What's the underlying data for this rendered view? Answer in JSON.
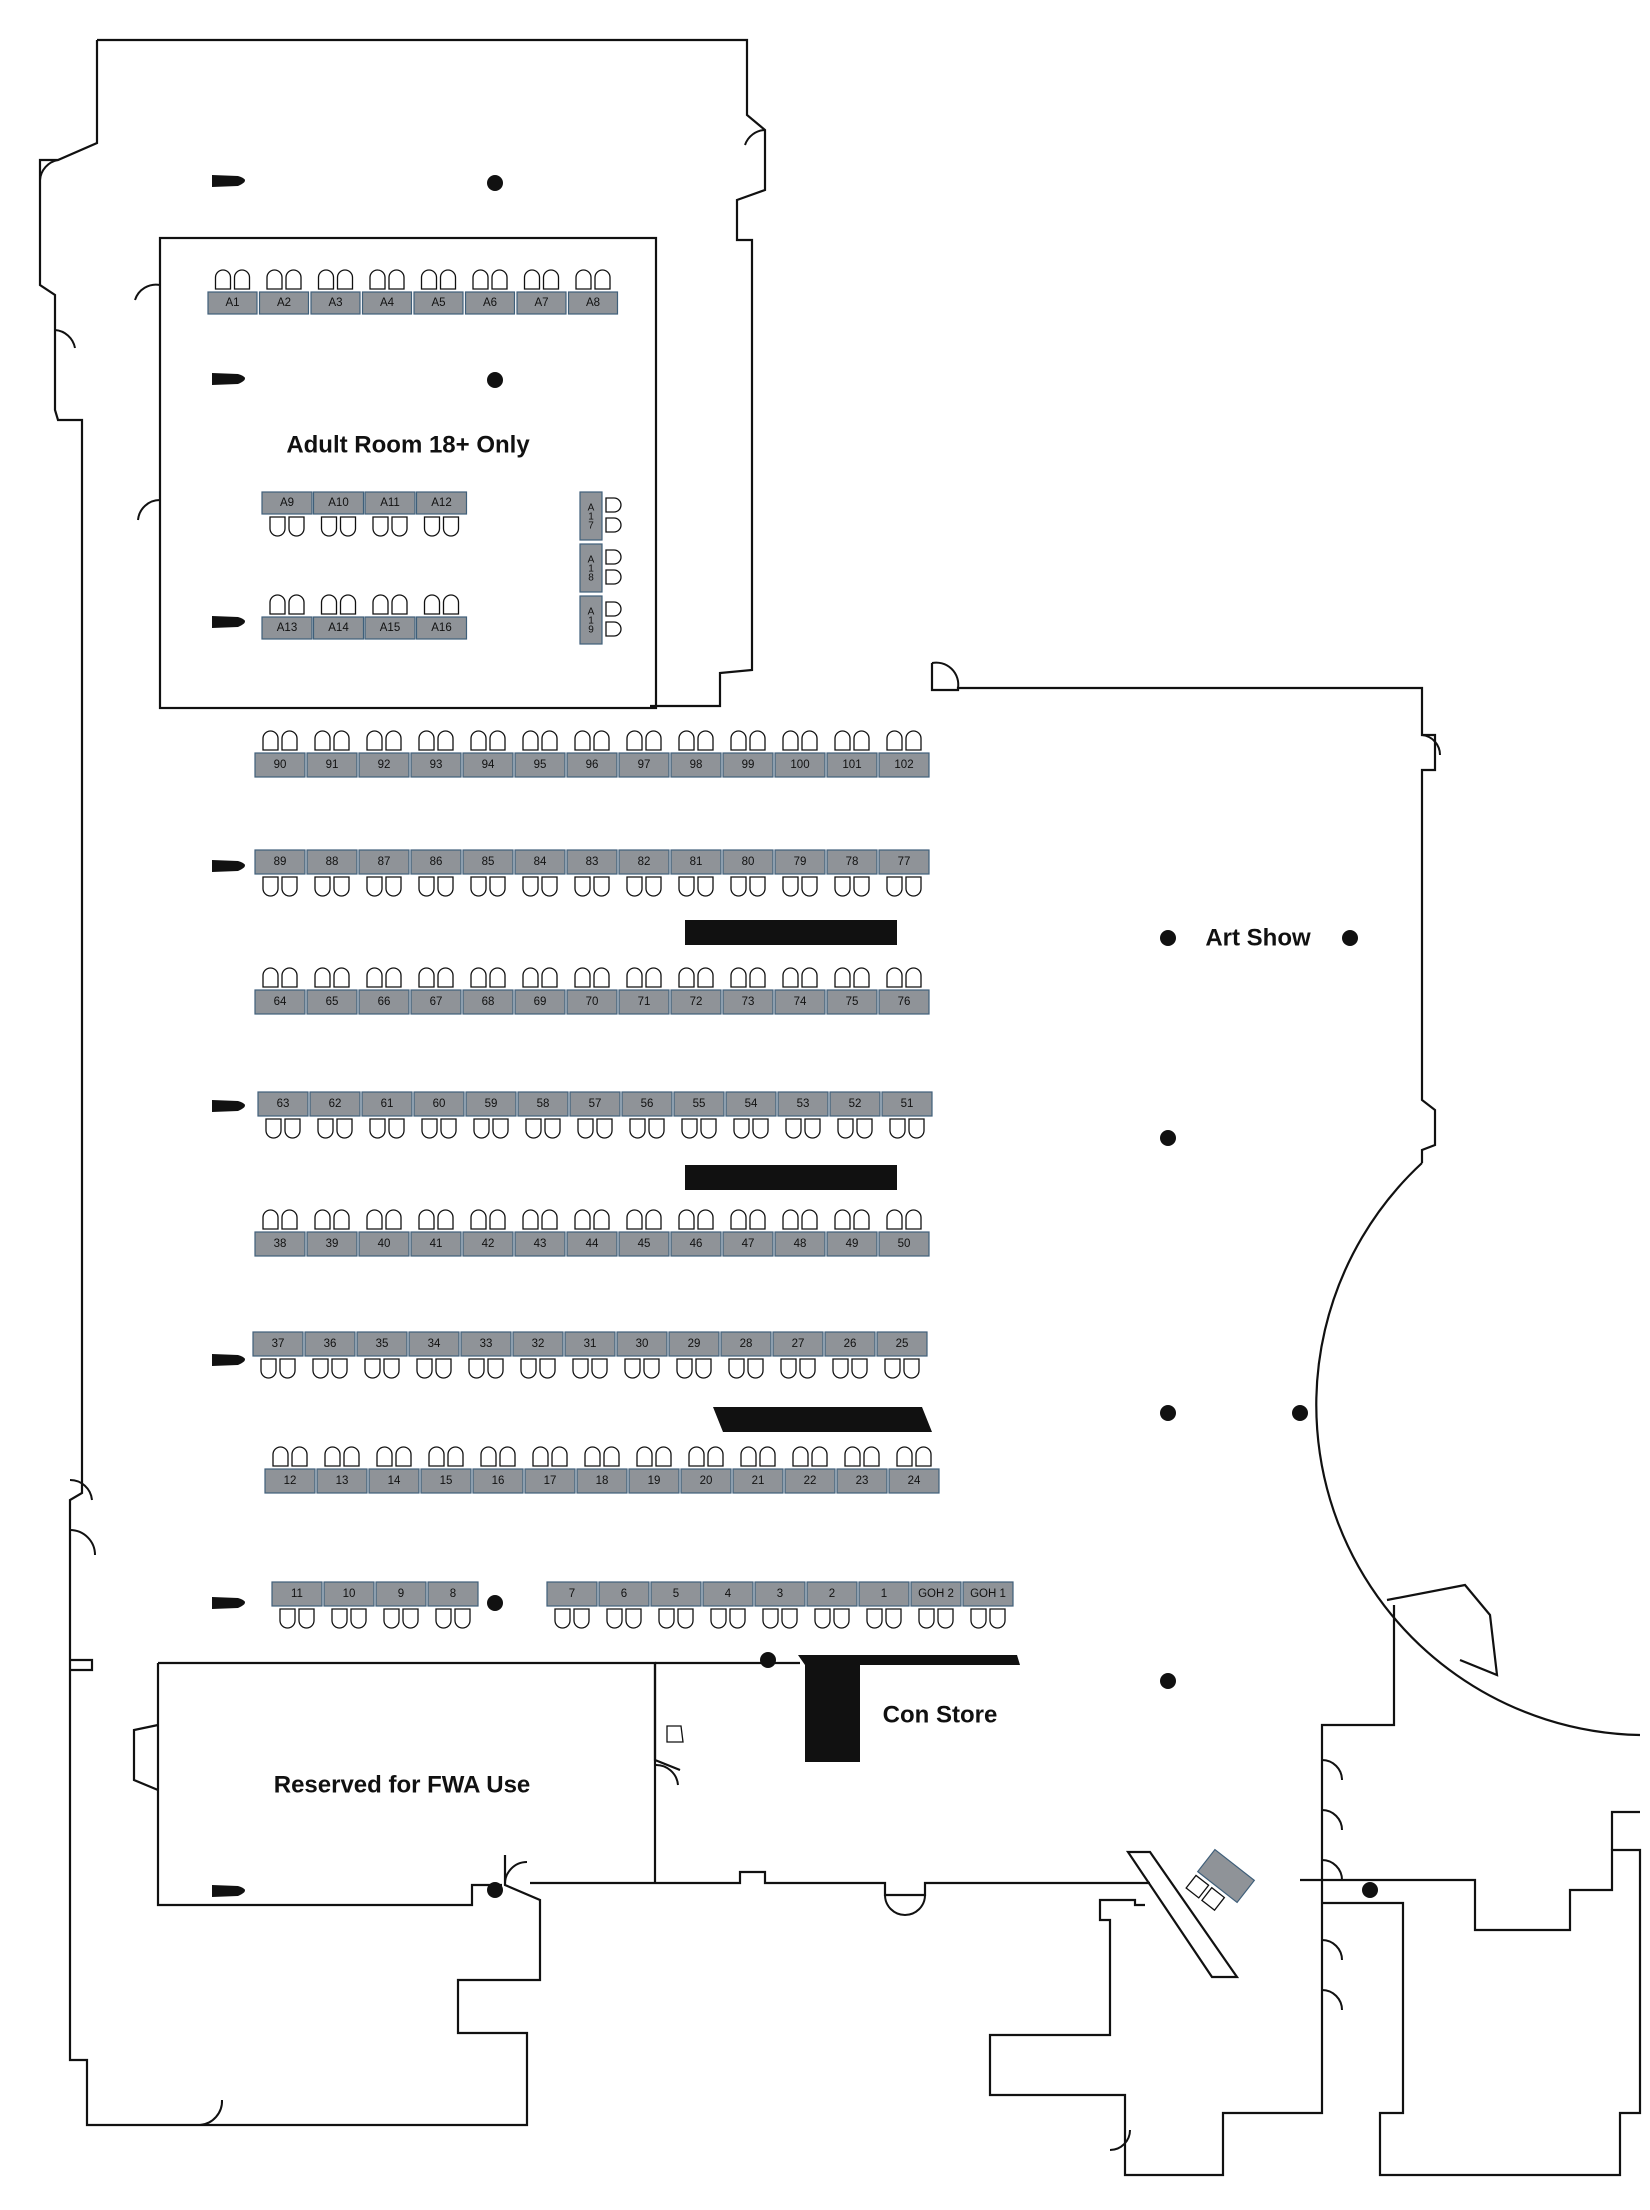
{
  "labels": {
    "adult_room": "Adult Room 18+ Only",
    "art_show": "Art Show",
    "con_store": "Con Store",
    "reserved": "Reserved for FWA Use"
  },
  "colors": {
    "booth_fill": "#8f9398",
    "booth_stroke": "#3f5f7a",
    "wall": "#111111"
  },
  "adult_booths": {
    "row1": [
      "A1",
      "A2",
      "A3",
      "A4",
      "A5",
      "A6",
      "A7",
      "A8"
    ],
    "row2": [
      "A9",
      "A10",
      "A11",
      "A12"
    ],
    "row3": [
      "A13",
      "A14",
      "A15",
      "A16"
    ],
    "vertical": [
      "A17",
      "A18",
      "A19"
    ]
  },
  "booth_rows": [
    [
      "90",
      "91",
      "92",
      "93",
      "94",
      "95",
      "96",
      "97",
      "98",
      "99",
      "100",
      "101",
      "102"
    ],
    [
      "89",
      "88",
      "87",
      "86",
      "85",
      "84",
      "83",
      "82",
      "81",
      "80",
      "79",
      "78",
      "77"
    ],
    [
      "64",
      "65",
      "66",
      "67",
      "68",
      "69",
      "70",
      "71",
      "72",
      "73",
      "74",
      "75",
      "76"
    ],
    [
      "63",
      "62",
      "61",
      "60",
      "59",
      "58",
      "57",
      "56",
      "55",
      "54",
      "53",
      "52",
      "51"
    ],
    [
      "38",
      "39",
      "40",
      "41",
      "42",
      "43",
      "44",
      "45",
      "46",
      "47",
      "48",
      "49",
      "50"
    ],
    [
      "37",
      "36",
      "35",
      "34",
      "33",
      "32",
      "31",
      "30",
      "29",
      "28",
      "27",
      "26",
      "25"
    ],
    [
      "12",
      "13",
      "14",
      "15",
      "16",
      "17",
      "18",
      "19",
      "20",
      "21",
      "22",
      "23",
      "24"
    ]
  ],
  "bottom_left_booths": [
    "11",
    "10",
    "9",
    "8"
  ],
  "bottom_right_booths": [
    "7",
    "6",
    "5",
    "4",
    "3",
    "2",
    "1",
    "GOH 2",
    "GOH 1"
  ]
}
